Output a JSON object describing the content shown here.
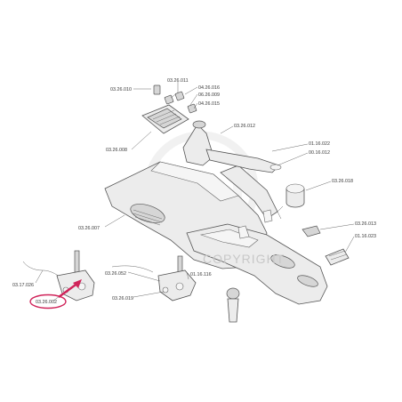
{
  "labels": {
    "l_03_26_010": "03.26.010",
    "l_03_26_011": "03.26.011",
    "l_04_26_016": "04.26.016",
    "l_06_26_009": "06.26.009",
    "l_04_26_015": "04.26.015",
    "l_03_26_008": "03.26.008",
    "l_03_26_012": "03.26.012",
    "l_01_16_022": "01.16.022",
    "l_00_16_012": "00.16.012",
    "l_03_26_018": "03.26.018",
    "l_03_26_007": "03.26.007",
    "l_03_26_013": "03.26.013",
    "l_01_16_023": "01.16.023",
    "l_03_17_026": "03.17.026",
    "l_03_26_002": "03.26.002",
    "l_03_26_052": "03.26.052",
    "l_01_16_116": "01.16.116",
    "l_03_26_019": "03.26.019"
  },
  "watermark": "COPYRIGHT",
  "highlight_color": "#d0245a"
}
